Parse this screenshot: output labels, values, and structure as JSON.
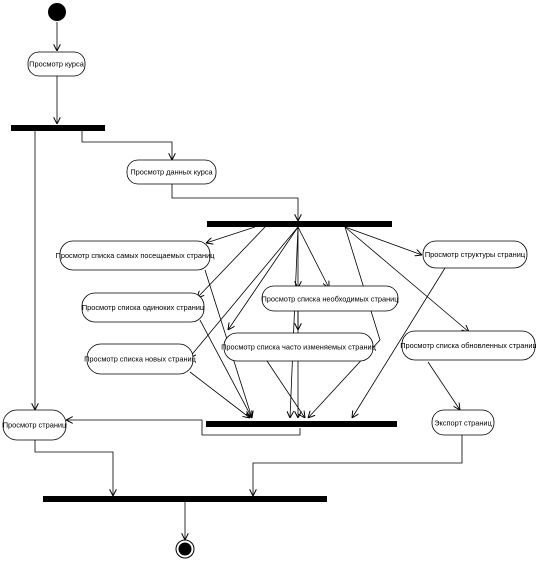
{
  "activities": {
    "view_course": "Просмотр курса",
    "view_course_data": "Просмотр данных курса",
    "view_most_visited": "Просмотр списка самых посещаемых страниц",
    "view_structure": "Просмотр структуры страниц",
    "view_lonely": "Просмотр списка одиноких страниц",
    "view_required": "Просмотр списка необходимых страниц",
    "view_frequently_changed": "Просмотр списка часто изменяемых страниц",
    "view_updated": "Просмотр списка обновленных страниц",
    "view_new": "Просмотр списка новых страниц",
    "view_pages": "Просмотр страниц",
    "export_pages": "Экспорт страниц"
  }
}
